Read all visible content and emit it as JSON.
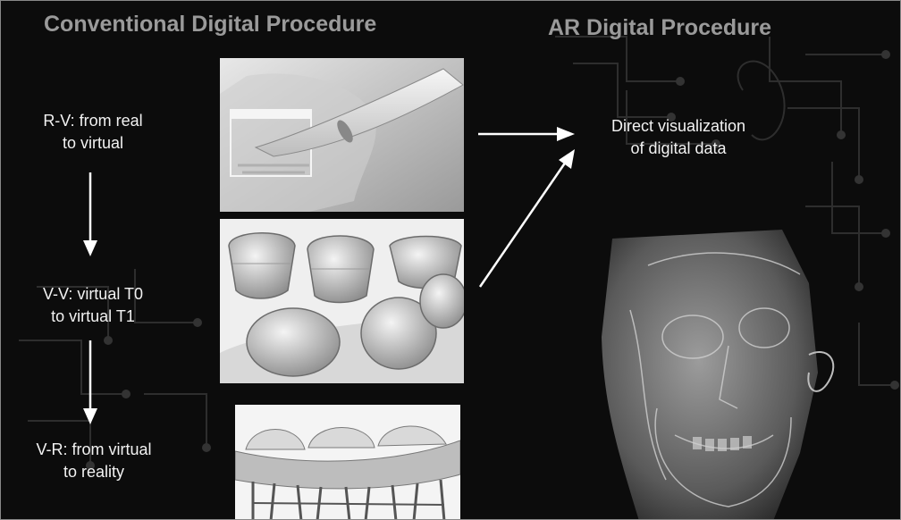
{
  "headings": {
    "left": "Conventional Digital Procedure",
    "right": "AR Digital Procedure"
  },
  "steps": [
    {
      "label": "R-V: from real\nto virtual"
    },
    {
      "label": "V-V: virtual T0\nto virtual T1"
    },
    {
      "label": "V-R: from virtual\nto reality"
    }
  ],
  "result": {
    "label": "Direct visualization\nof digital data"
  },
  "panels": [
    {
      "icon": "intraoral-scanner-image"
    },
    {
      "icon": "dental-crowns-cad-image"
    },
    {
      "icon": "3d-printed-model-image"
    },
    {
      "icon": "face-skull-ar-image"
    }
  ],
  "colors": {
    "background": "#0c0c0c",
    "heading": "#9a9a9a",
    "text": "#f2f2f2",
    "arrow": "#ffffff",
    "circuit": "#3a3a3a"
  }
}
